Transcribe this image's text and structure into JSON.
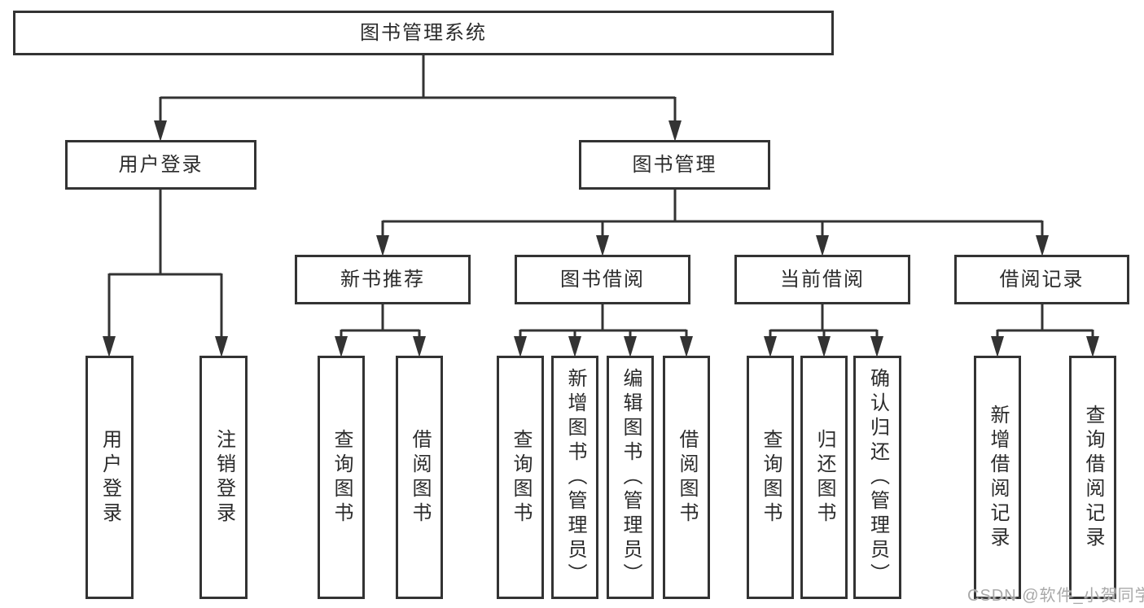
{
  "diagram": {
    "title_node": "图书管理系统",
    "nodes": {
      "root": {
        "label": "图书管理系统"
      },
      "user_login": {
        "label": "用户登录"
      },
      "book_mgmt": {
        "label": "图书管理"
      },
      "new_book_rec": {
        "label": "新书推荐"
      },
      "book_borrow": {
        "label": "图书借阅"
      },
      "current_borrow": {
        "label": "当前借阅"
      },
      "borrow_record": {
        "label": "借阅记录"
      },
      "leaf_user_login": {
        "label": "用户登录"
      },
      "leaf_logout": {
        "label": "注销登录"
      },
      "rec_query_book": {
        "label": "查询图书"
      },
      "rec_borrow_book": {
        "label": "借阅图书"
      },
      "bb_query_book": {
        "label": "查询图书"
      },
      "bb_add_book": {
        "label": "新增图书（管理员）"
      },
      "bb_edit_book": {
        "label": "编辑图书（管理员）"
      },
      "bb_borrow_book": {
        "label": "借阅图书"
      },
      "cb_query_book": {
        "label": "查询图书"
      },
      "cb_return_book": {
        "label": "归还图书"
      },
      "cb_confirm_return": {
        "label": "确认归还（管理员）"
      },
      "br_add_record": {
        "label": "新增借阅记录"
      },
      "br_query_record": {
        "label": "查询借阅记录"
      }
    },
    "colors": {
      "line": "#333333",
      "box_border": "#333333",
      "box_fill": "#ffffff",
      "text": "#2b2b2b",
      "watermark": "#a9a9a9"
    }
  },
  "watermark": {
    "text": "CSDN @软件_小贺同学"
  }
}
